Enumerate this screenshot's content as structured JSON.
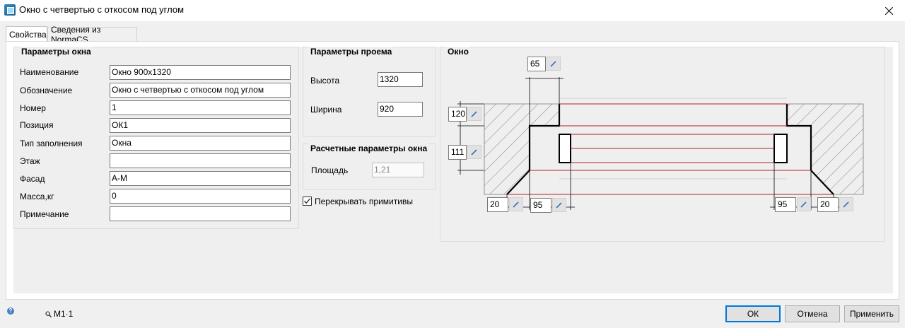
{
  "window": {
    "title": "Окно с четвертью с откосом под углом"
  },
  "tabs": [
    {
      "label": "Свойства",
      "active": true
    },
    {
      "label": "Сведения из NormaCS",
      "active": false
    }
  ],
  "window_params": {
    "title": "Параметры окна",
    "rows": [
      {
        "label": "Наименование",
        "value": "Окно 900х1320"
      },
      {
        "label": "Обозначение",
        "value": "Окно с четвертью с откосом под углом"
      },
      {
        "label": "Номер",
        "value": "1"
      },
      {
        "label": "Позиция",
        "value": "ОК1"
      },
      {
        "label": "Тип заполнения",
        "value": "Окна"
      },
      {
        "label": "Этаж",
        "value": ""
      },
      {
        "label": "Фасад",
        "value": "А-М"
      },
      {
        "label": "Масса,кг",
        "value": "0"
      },
      {
        "label": "Примечание",
        "value": ""
      }
    ]
  },
  "opening_params": {
    "title": "Параметры проема",
    "height_label": "Высота",
    "height_value": "1320",
    "width_label": "Ширина",
    "width_value": "920"
  },
  "calc_params": {
    "title": "Расчетные параметры окна",
    "area_label": "Площадь",
    "area_value": "1,21"
  },
  "override_primitives": {
    "label": "Перекрывать примитивы",
    "checked": true
  },
  "drawing": {
    "title": "Окно",
    "dims": {
      "top_depth": "65",
      "left_wall_upper": "120",
      "left_wall_lower": "111",
      "bottom_left_a": "20",
      "bottom_left_b": "95",
      "bottom_right_a": "95",
      "bottom_right_b": "20"
    },
    "colors": {
      "glass_line": "#b22222",
      "outline": "#000000",
      "hatch": "#555555"
    }
  },
  "status": {
    "scale": "M1·1"
  },
  "buttons": {
    "ok": "ОК",
    "cancel": "Отмена",
    "apply": "Применить"
  },
  "icons": {
    "help": "?"
  }
}
